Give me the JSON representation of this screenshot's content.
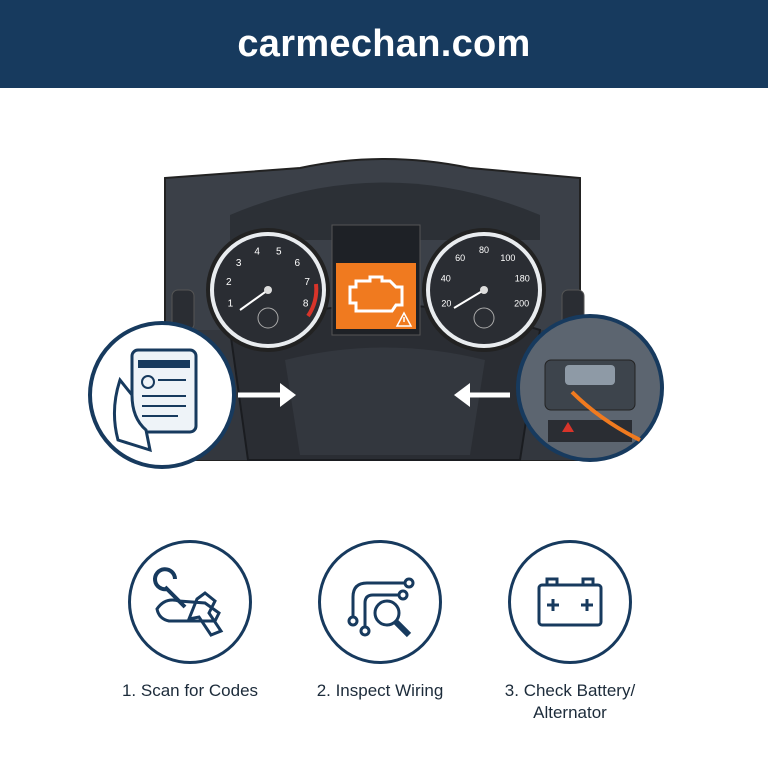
{
  "header": {
    "title": "carmechan.com"
  },
  "illustration": {
    "tach_labels": [
      "1",
      "2",
      "3",
      "4",
      "5",
      "6",
      "7",
      "8"
    ],
    "speed_labels": [
      "20",
      "40",
      "60",
      "80",
      "100",
      "180",
      "200"
    ],
    "warning_icon": "check-engine-icon",
    "colors": {
      "warning": "#f07a1f",
      "navy": "#173a5e",
      "dash": "#3b4048"
    }
  },
  "steps": [
    {
      "label": "1. Scan for Codes",
      "icon": "wrench-hand-icon"
    },
    {
      "label": "2. Inspect Wiring",
      "icon": "wiring-magnifier-icon"
    },
    {
      "label": "3. Check Battery/ Alternator",
      "icon": "battery-icon"
    }
  ]
}
